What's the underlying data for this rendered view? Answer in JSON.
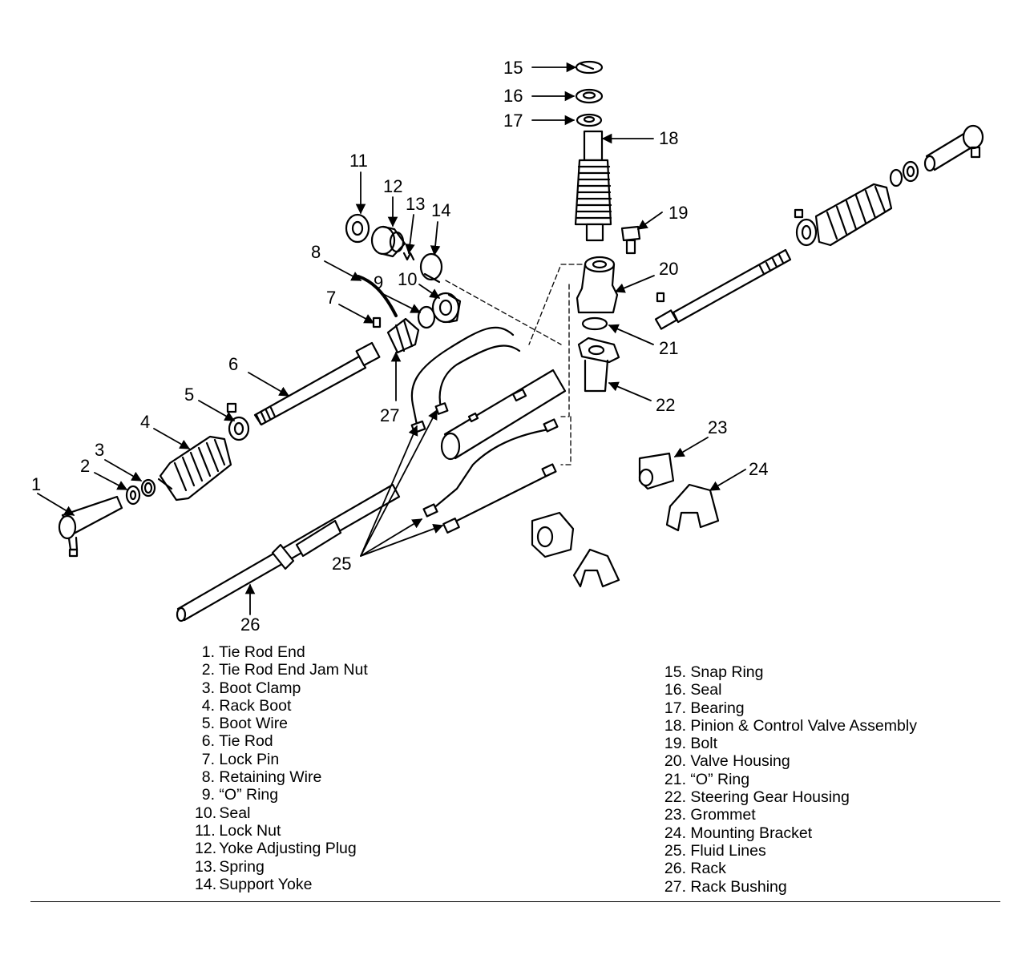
{
  "callouts": [
    "1",
    "2",
    "3",
    "4",
    "5",
    "6",
    "7",
    "8",
    "9",
    "10",
    "11",
    "12",
    "13",
    "14",
    "15",
    "16",
    "17",
    "18",
    "19",
    "20",
    "21",
    "22",
    "23",
    "24",
    "25",
    "26",
    "27"
  ],
  "legend_left": [
    {
      "num": "1.",
      "label": "Tie Rod End"
    },
    {
      "num": "2.",
      "label": "Tie Rod End Jam Nut"
    },
    {
      "num": "3.",
      "label": "Boot Clamp"
    },
    {
      "num": "4.",
      "label": "Rack Boot"
    },
    {
      "num": "5.",
      "label": "Boot Wire"
    },
    {
      "num": "6.",
      "label": "Tie Rod"
    },
    {
      "num": "7.",
      "label": "Lock Pin"
    },
    {
      "num": "8.",
      "label": "Retaining Wire"
    },
    {
      "num": "9.",
      "label": "“O” Ring"
    },
    {
      "num": "10.",
      "label": "Seal"
    },
    {
      "num": "11.",
      "label": "Lock Nut"
    },
    {
      "num": "12.",
      "label": "Yoke Adjusting Plug"
    },
    {
      "num": "13.",
      "label": "Spring"
    },
    {
      "num": "14.",
      "label": "Support Yoke"
    }
  ],
  "legend_right": [
    {
      "num": "15.",
      "label": "Snap Ring"
    },
    {
      "num": "16.",
      "label": "Seal"
    },
    {
      "num": "17.",
      "label": "Bearing"
    },
    {
      "num": "18.",
      "label": "Pinion & Control Valve Assembly"
    },
    {
      "num": "19.",
      "label": "Bolt"
    },
    {
      "num": "20.",
      "label": "Valve Housing"
    },
    {
      "num": "21.",
      "label": "“O” Ring"
    },
    {
      "num": "22.",
      "label": "Steering Gear Housing"
    },
    {
      "num": "23.",
      "label": "Grommet"
    },
    {
      "num": "24.",
      "label": "Mounting Bracket"
    },
    {
      "num": "25.",
      "label": "Fluid Lines"
    },
    {
      "num": "26.",
      "label": "Rack"
    },
    {
      "num": "27.",
      "label": "Rack Bushing"
    }
  ]
}
